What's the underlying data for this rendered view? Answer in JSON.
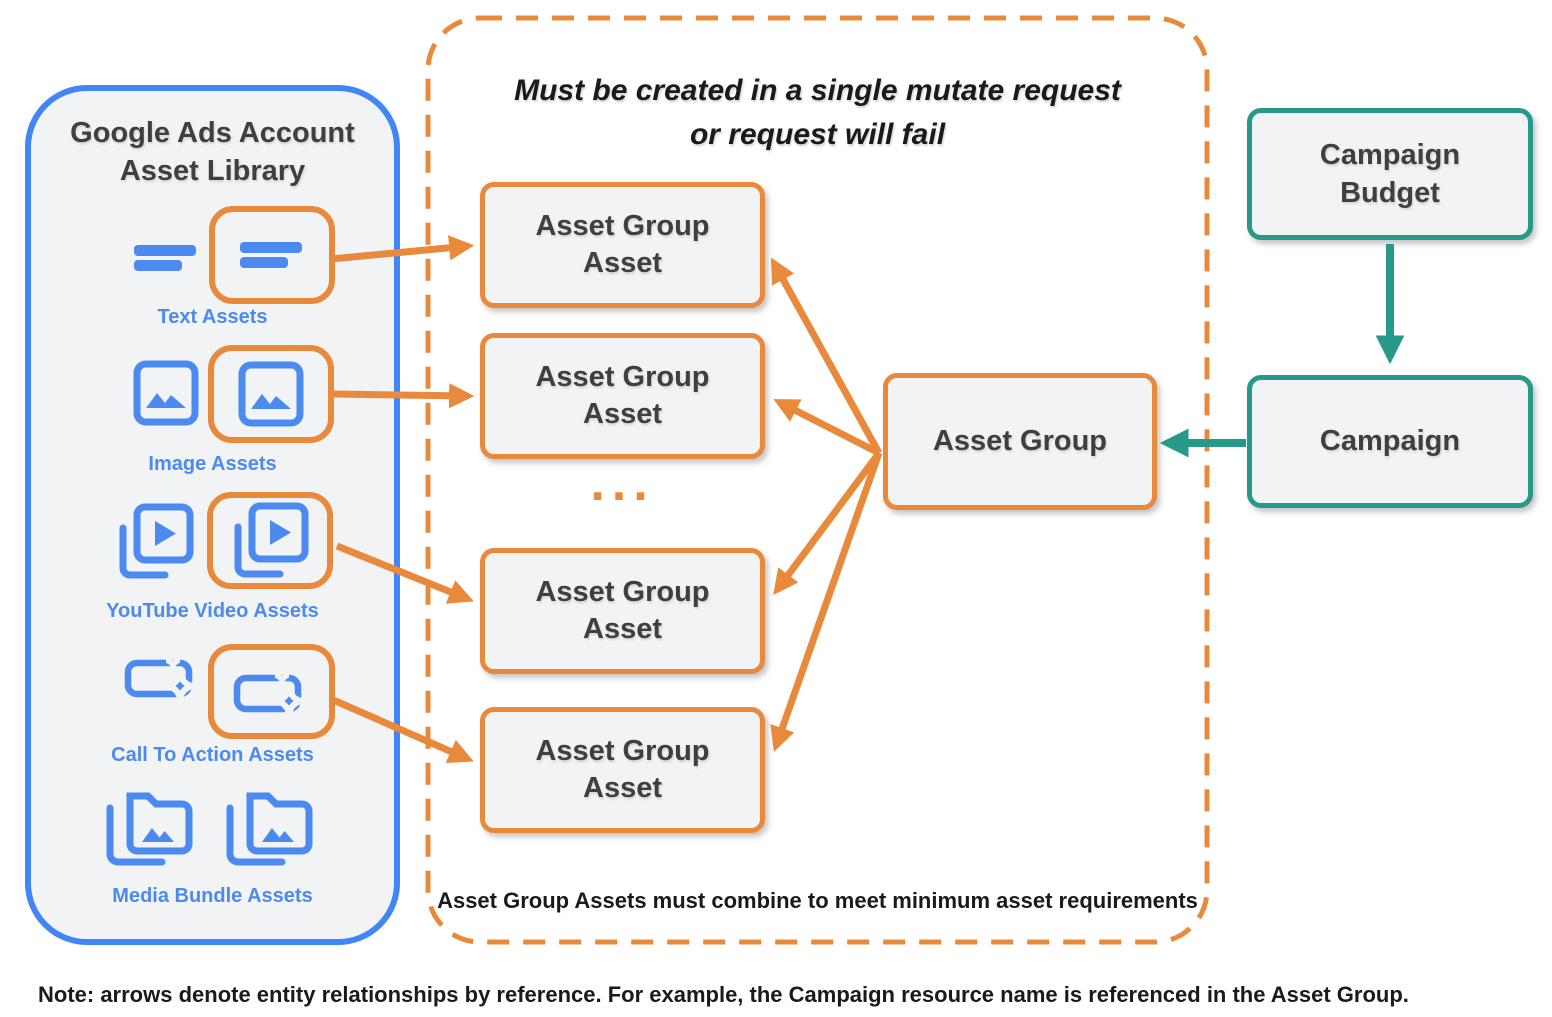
{
  "colors": {
    "orange": "#E8893C",
    "blue": "#4285F4",
    "icon_blue": "#4D8AF0",
    "teal": "#26998B",
    "panel_fill": "#F1F3F4",
    "box_fill": "#F2F3F4",
    "text_dark": "#3C4043",
    "text_black": "#1A1A1A"
  },
  "asset_library": {
    "title": "Google Ads Account\nAsset Library",
    "items": [
      {
        "label": "Text Assets",
        "icon": "text-asset-icon",
        "highlighted": true
      },
      {
        "label": "Image Assets",
        "icon": "image-asset-icon",
        "highlighted": true
      },
      {
        "label": "YouTube Video  Assets",
        "icon": "youtube-video-asset-icon",
        "highlighted": true
      },
      {
        "label": "Call To Action Assets",
        "icon": "call-to-action-asset-icon",
        "highlighted": true
      },
      {
        "label": "Media Bundle  Assets",
        "icon": "media-bundle-asset-icon",
        "highlighted": false
      }
    ]
  },
  "mutate_container": {
    "title": "Must be created in a single mutate request\nor request will fail",
    "asset_boxes": [
      "Asset Group Asset",
      "Asset Group Asset",
      "Asset Group Asset",
      "Asset Group Asset"
    ],
    "asset_box_display": "Asset Group\nAsset",
    "ellipsis": "...",
    "footer": "Asset Group Assets must combine to meet minimum asset requirements"
  },
  "entities": {
    "asset_group": "Asset Group",
    "campaign_budget": "Campaign Budget",
    "campaign": "Campaign"
  },
  "note": "Note: arrows denote entity relationships by reference. For example, the Campaign resource name is referenced in the Asset Group."
}
